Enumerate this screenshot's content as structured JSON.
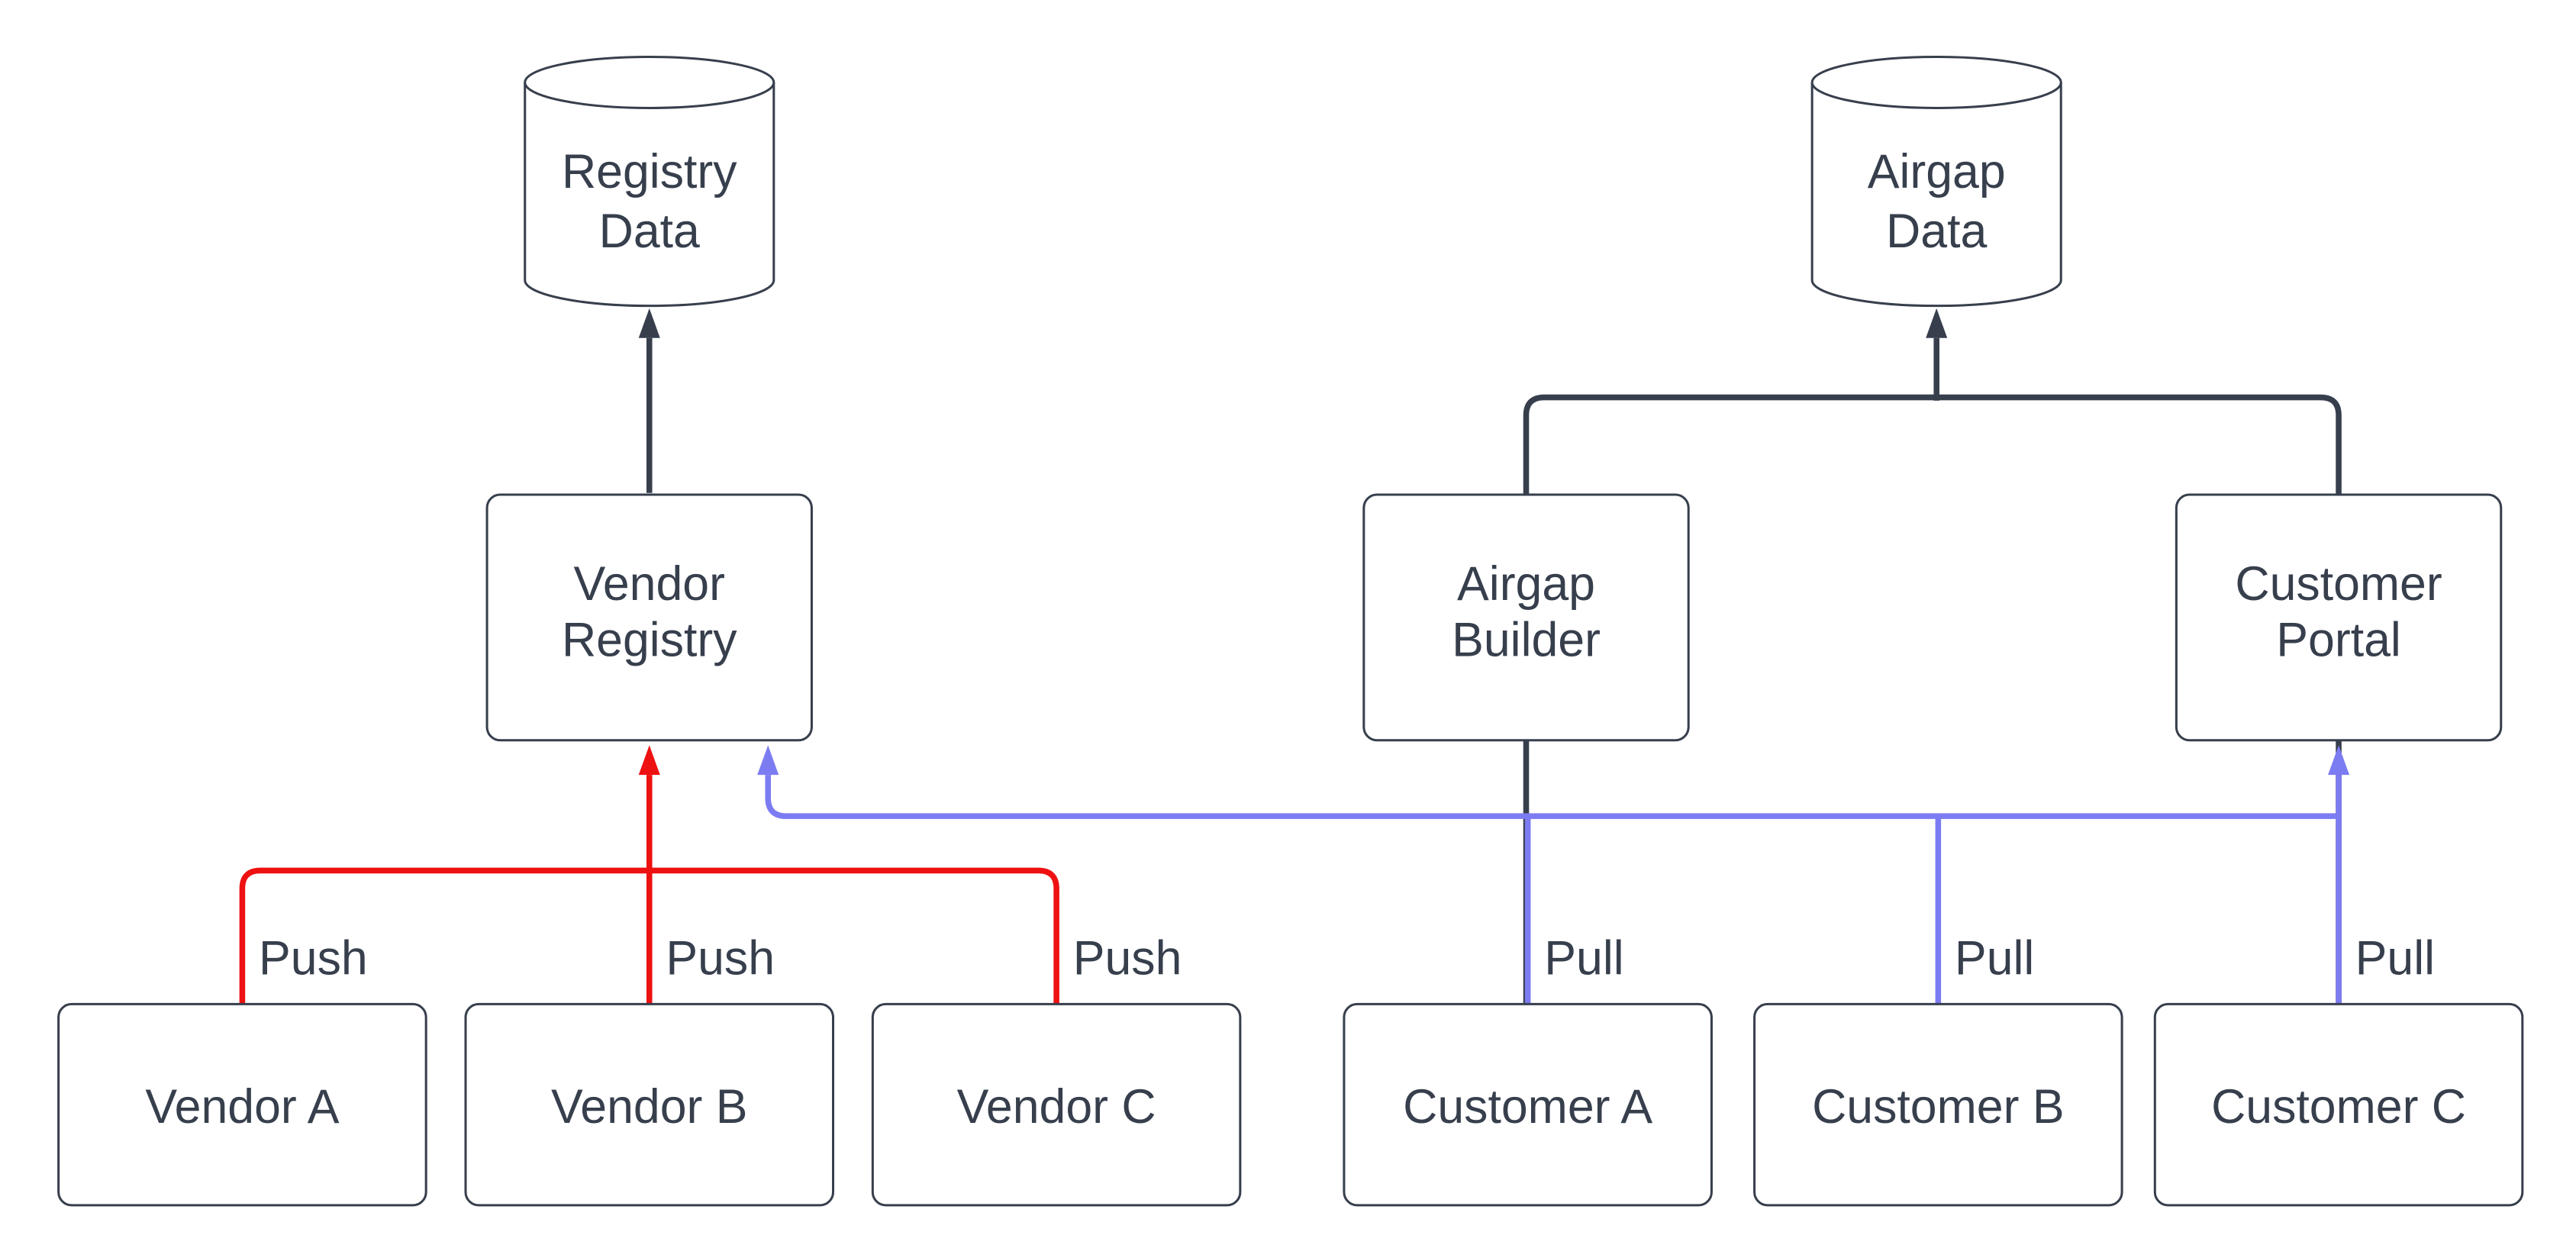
{
  "diagram": {
    "colors": {
      "ink": "#373f4d",
      "push": "#ee1111",
      "pull": "#7c7cf2",
      "background": "#ffffff",
      "node_fill": "#ffffff"
    },
    "nodes": {
      "registry_data": {
        "shape": "cylinder",
        "line1": "Registry",
        "line2": "Data"
      },
      "airgap_data": {
        "shape": "cylinder",
        "line1": "Airgap",
        "line2": "Data"
      },
      "vendor_registry": {
        "shape": "box",
        "line1": "Vendor",
        "line2": "Registry"
      },
      "airgap_builder": {
        "shape": "box",
        "line1": "Airgap",
        "line2": "Builder"
      },
      "customer_portal": {
        "shape": "box",
        "line1": "Customer",
        "line2": "Portal"
      },
      "vendor_a": {
        "shape": "box",
        "label": "Vendor A"
      },
      "vendor_b": {
        "shape": "box",
        "label": "Vendor B"
      },
      "vendor_c": {
        "shape": "box",
        "label": "Vendor C"
      },
      "customer_a": {
        "shape": "box",
        "label": "Customer A"
      },
      "customer_b": {
        "shape": "box",
        "label": "Customer B"
      },
      "customer_c": {
        "shape": "box",
        "label": "Customer C"
      }
    },
    "edge_labels": {
      "push_vendor_a": "Push",
      "push_vendor_b": "Push",
      "push_vendor_c": "Push",
      "pull_customer_a": "Pull",
      "pull_customer_b": "Pull",
      "pull_customer_c": "Pull"
    }
  }
}
